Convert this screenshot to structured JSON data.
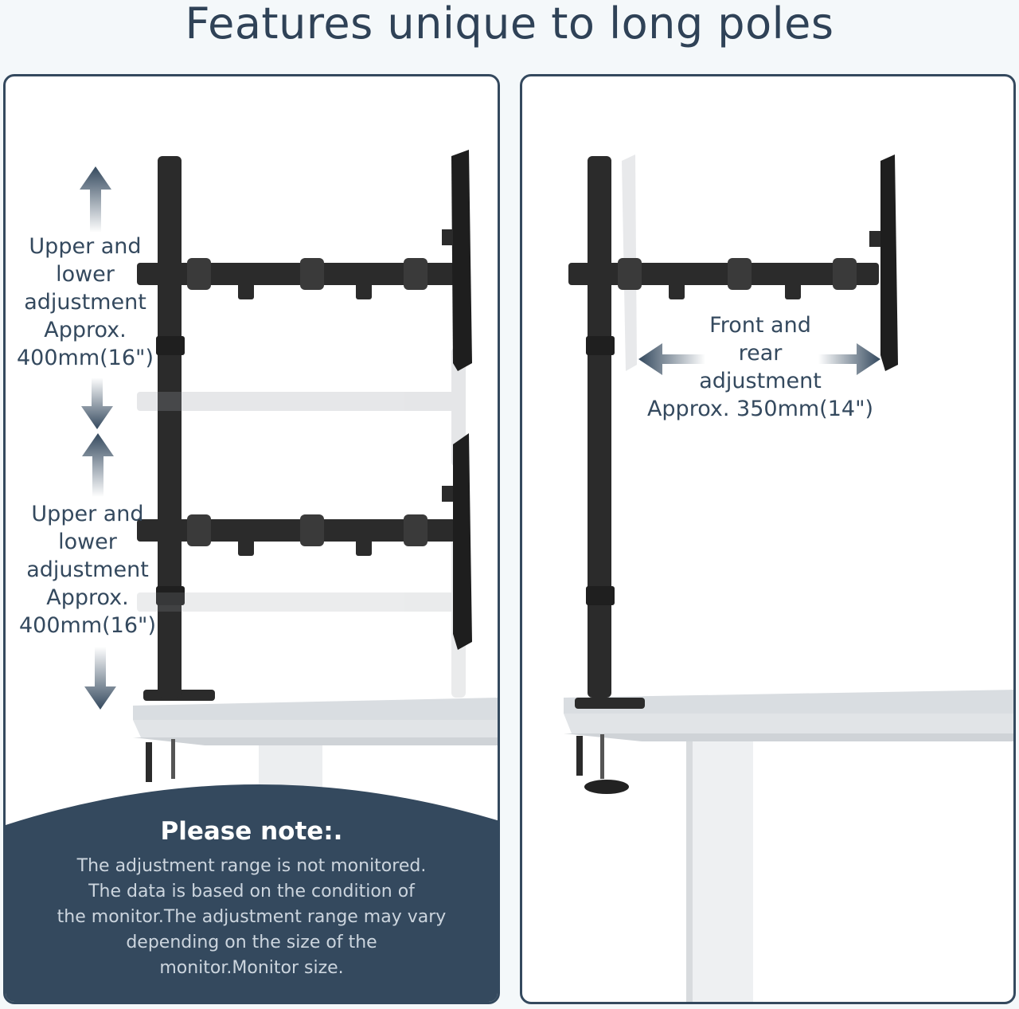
{
  "headline": "Features unique to long poles",
  "left_panel": {
    "label_upper_1": [
      "Upper and",
      "lower",
      "adjustment",
      "Approx.",
      "400mm(16\")"
    ],
    "label_upper_2": [
      "Upper and",
      "lower",
      "adjustment",
      "Approx.",
      "400mm(16\")"
    ],
    "note_title": "Please note:.",
    "note_body": [
      "The adjustment range is not monitored.",
      "The data is based on the condition of",
      "the monitor.The adjustment range may vary",
      "depending on the size of the",
      "monitor.Monitor size."
    ]
  },
  "right_panel": {
    "label_front": [
      "Front and",
      "rear",
      "adjustment",
      "Approx. 350mm(14\")"
    ]
  },
  "colors": {
    "navy": "#34495e",
    "note_bg": "#34495e",
    "desk": "#e4e7ea",
    "metal": "#2b2b2b"
  }
}
